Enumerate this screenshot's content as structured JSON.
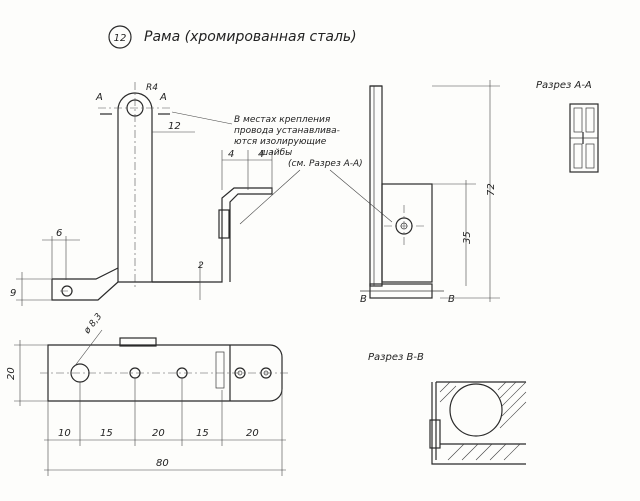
{
  "title": {
    "number": "12",
    "text": "Рама (хромированная сталь)"
  },
  "labels": {
    "sec_a": "A",
    "sec_b": "B",
    "section_aa": "Разрез А-А",
    "section_bb": "Разрез В-В"
  },
  "note": {
    "line1": "В местах крепления",
    "line2": "провода устанавлива-",
    "line3": "ются изолирующие",
    "line4": "шайбы",
    "line5": "(см. Разрез А-А)"
  },
  "dims": {
    "r4": "R4",
    "d12": "12",
    "d4": "4",
    "d2": "2",
    "d6": "6",
    "d9": "9",
    "d72": "72",
    "d35": "35",
    "dia": "ø 8,3",
    "d20": "20",
    "d10": "10",
    "d15": "15",
    "d80": "80"
  }
}
